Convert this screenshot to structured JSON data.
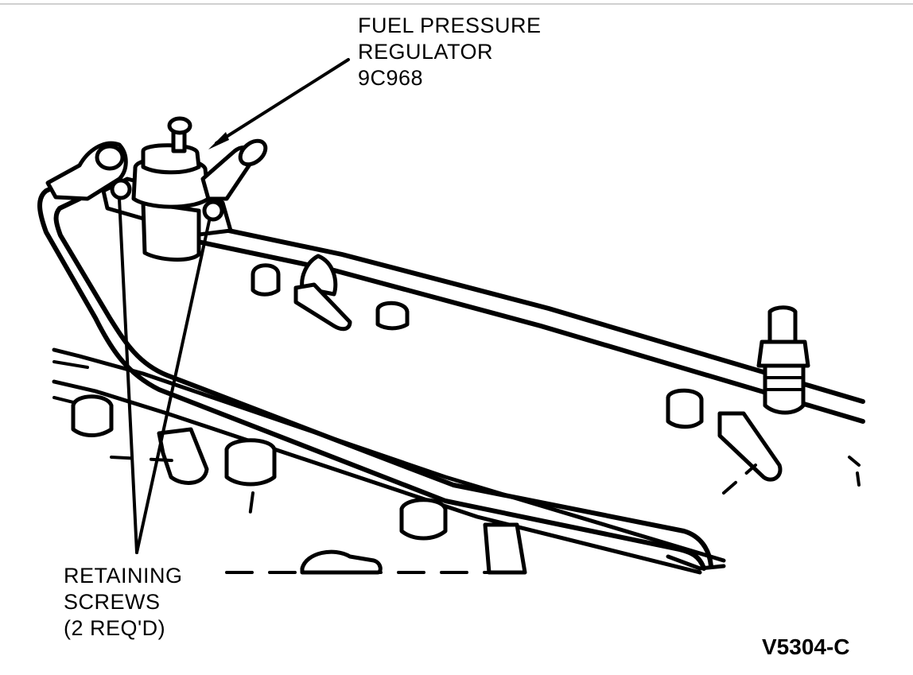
{
  "colors": {
    "ink": "#000000",
    "paper": "#ffffff"
  },
  "callouts": {
    "regulator": {
      "line1": "FUEL PRESSURE",
      "line2": "REGULATOR",
      "line3": "9C968"
    },
    "screws": {
      "line1": "RETAINING",
      "line2": "SCREWS",
      "line3": "(2 REQ'D)"
    }
  },
  "figure_code": "V5304-C"
}
